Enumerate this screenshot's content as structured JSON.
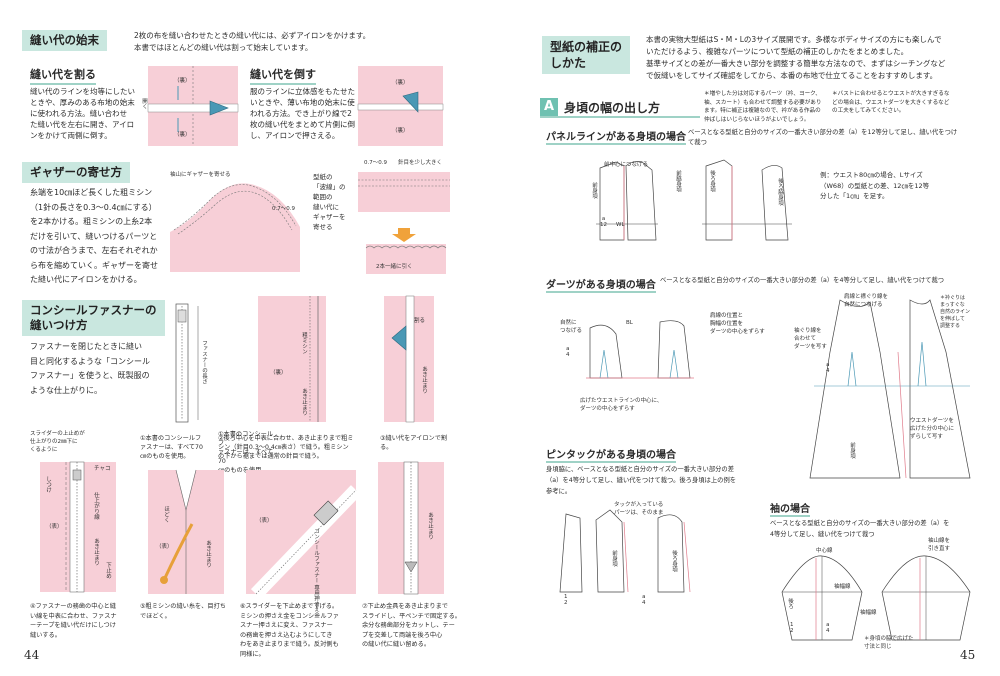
{
  "left": {
    "page_number": "44",
    "seam": {
      "title": "縫い代の始末",
      "intro": "2枚の布を縫い合わせたときの縫い代には、必ずアイロンをかけます。\n本書ではほとんどの縫い代は割って始末しています。",
      "split": {
        "title": "縫い代を割る",
        "text": "縫い代のラインを均等にしたい\nときや、厚みのある布地の始末\nに使われる方法。縫い合わせ\nた縫い代を左右に開き、アイロ\nンをかけて両側に倒す。",
        "labels": {
          "back1": "（裏）",
          "back2": "（裏）",
          "open": "開く"
        }
      },
      "fold": {
        "title": "縫い代を倒す",
        "text": "服のラインに立体感をもたせた\nいときや、薄い布地の始末に使\nわれる方法。でき上がり線で2\n枚の縫い代をまとめて片側に倒\nし、アイロンで押さえる。",
        "labels": {
          "back1": "（裏）",
          "back2": "（裏）"
        }
      }
    },
    "gather": {
      "title": "ギャザーの寄せ方",
      "text": "糸端を10㎝ほど長くした粗ミシン\n（1針の長さを0.3〜0.4㎝にする）\nを2本かける。粗ミシンの上糸2本\nだけを引いて、縫いつけるパーツと\nの寸法が合うまで、左右それぞれか\nら布を縮めていく。ギャザーを寄せ\nた縫い代にアイロンをかける。",
      "labels": {
        "sleeve_cap": "袖山にギャザーを寄せる",
        "width1": "0.7〜0.9",
        "width2": "0.7〜0.9",
        "stitch": "針目を少し大きく",
        "note": "型紙の\n「波線」の\n範囲の\n縫い代に\nギャザーを\n寄せる",
        "pull": "2本一緒に引く"
      }
    },
    "zipper": {
      "title": "コンシールファスナーの\n縫いつけ方",
      "text": "ファスナーを閉じたときに縫い\n目と同化するような「コンシール\nファスナー」を使うと、既製服の\nような仕上がりに。",
      "labels": {
        "zip_len": "ファスナーの長さ",
        "basting": "粗ミシン",
        "back": "（裏）",
        "stop": "あき止まり",
        "split": "割る",
        "slider_note": "スライダーの上止めが\n仕上がりの2㎜下に\nくるように",
        "baste_edge": "しつけ",
        "chalk": "チャコ",
        "lining": "（表）",
        "foot": "コンシールファスナー\n専用押さえ金",
        "s5": "仕上がり線",
        "s6": "あき止まり",
        "s7": "下止め",
        "s8": "ほどく"
      },
      "steps": [
        "①本書のコンシールフ\nァスナーは、すべて70\n㎝のものを使用。",
        "②後ろ中心を中表に合わせ、あき止まりまで粗ミ\nシン（針目0.3〜0.4㎝表さ）で縫う。粗ミシン\nの下から裾までは通常の針目で縫う。",
        "③縫い代をアイロンで割\nる。",
        "④ファスナーの務歯の中心と縫\nい線を中表に合わせ、ファスナ\nーテープを縫い代だけにしつけ\n縫いする。",
        "⑤粗ミシンの縫い糸を、目打ち\nでほどく。",
        "⑥スライダーを下止めまで下げる。\nミシンの押さえ金をコンシールファ\nスナー押さえに変え、ファスナー\nの務歯を押さえ込むようにしてき\nわをあき止まりまで縫う。反対側も\n同様に。",
        "⑦下止め金具をあき止まりまで\nスライドし、平ペンチで固定する。\n余分な務歯部分をカットし、テー\nプを交差して両端を後ろ中心\nの縫い代に縫い留める。"
      ]
    }
  },
  "right": {
    "page_number": "45",
    "title": "型紙の補正の\nしかた",
    "intro": "本書の実物大型紙はS・M・Lの3サイズ展開です。多様なボディサイズの方にも楽しんで\nいただけるよう、複雑なパーツについて型紙の補正のしかたをまとめました。\n基準サイズとの差が一番大きい部分を調整する簡単な方法なので、まずはシーチングなど\nで仮縫いをしてサイズ確認をしてから、本番の布地で仕立てることをおすすめします。",
    "section": {
      "letter": "A",
      "title": "身頃の幅の出し方"
    },
    "notes": {
      "n1": "＊増やした分は対応するパーツ（衿、ヨーク、\n袖、スカート）も合わせて調整する必要があり\nます。特に補正は複雑なので、衿がある作品の\n仲ばしはいじらないほうがよいでしょう。",
      "n2": "＊バストに合わせるとウエストが大きすぎるな\nどの場合は、ウエストダーツを大きくするなど\nの工夫をしてみてください。"
    },
    "panel": {
      "title": "パネルラインがある身頃の場合",
      "text": "ベースとなる型紙と自分のサイズの一番大きい部分の差（a）を12等分して足し、縫い代をつけ\nて裁つ",
      "example": "例：ウエスト80㎝の場合、Lサイズ\n（W68）の型紙との差、12㎝を12等\n分した「1㎝」を足す。",
      "labels": {
        "front_center": "前中心につなげる",
        "front": "前身頃",
        "side_front": "前脇身頃",
        "back": "後ろ身頃",
        "side_back": "後ろ脇身頃",
        "frac": "a\n12",
        "wl": "WL"
      }
    },
    "darts": {
      "title": "ダーツがある身頃の場合",
      "text": "ベースとなる型紙と自分のサイズの一番大きい部分の差（a）を4等分して足し、縫い代をつけて裁つ",
      "labels": {
        "connect": "自然に\nつなげる",
        "bl": "BL",
        "move": "肩線の位置と\n胸幅の位置を\nダーツの中心をずらす",
        "frac": "a\n4",
        "widen": "広げたウエストラインの中心に、\nダーツの中心をずらす",
        "armhole": "袖ぐり線を\n合わせて\nダーツを写す",
        "shoulder": "肩線と襟ぐり線を\n自然につなげる",
        "bust": "＊衿ぐりは\nまっすぐな\n自然のライン\nを伸ばして\n調整する",
        "waist_dart": "ウエストダーツを\n広げた分の中心に\nずらして写す",
        "front": "前身頃"
      }
    },
    "tuck": {
      "title": "ピンタックがある身頃の場合",
      "text": "身頃脇に、ベースとなる型紙と自分のサイズの一番大きい部分の差\n（a）を4等分して足し、縫い代をつけて裁つ。後ろ身頃は上の例を\n参考に。",
      "labels": {
        "tuck": "タックが入っている\nパーツは、そのまま",
        "front": "前身頃",
        "back": "後ろ身頃",
        "half": "1\n2",
        "quarter": "a\n4"
      }
    },
    "sleeve": {
      "title": "袖の場合",
      "text": "ベースとなる型紙と自分のサイズの一番大きい部分の差（a）を\n4等分して足し、縫い代をつけて裁つ",
      "labels": {
        "center": "中心線",
        "cap": "袖山線を\n引き直す",
        "width1": "袖幅線",
        "width2": "袖幅線",
        "back": "後ろ",
        "note": "＊身頃の脇で広げた\n寸法と同じ",
        "half": "1\n2",
        "quarter": "a\n4"
      }
    }
  }
}
